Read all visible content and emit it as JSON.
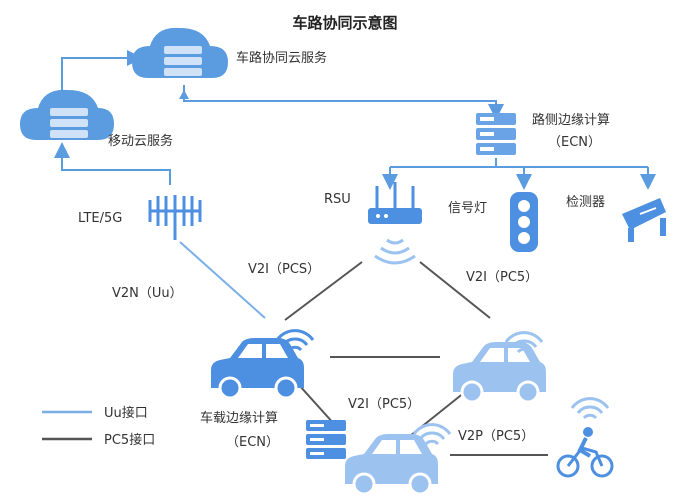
{
  "title": "车路协同示意图",
  "nodes": {
    "cloud_coop": "车路协同云服务",
    "cloud_mobile": "移动云服务",
    "edge_ecn_line1": "路侧边缘计算",
    "edge_ecn_line2": "（ECN）",
    "lte": "LTE/5G",
    "rsu": "RSU",
    "signal": "信号灯",
    "detector": "检测器",
    "vehicle_ecn_line1": "车载边缘计算",
    "vehicle_ecn_line2": "（ECN）"
  },
  "links": {
    "v2n": "V2N（Uu）",
    "v2i_left": "V2I（PCS）",
    "v2i_right": "V2I（PC5）",
    "v2i_bottom": "V2I（PC5）",
    "v2p": "V2P（PC5）"
  },
  "legend": {
    "uu": "Uu接口",
    "pc5": "PC5接口"
  },
  "colors": {
    "uu_line": "#7aaee8",
    "pc5_line": "#555555",
    "arrow": "#5b9be0",
    "device": "#4d8fe0",
    "device_light": "#9cc2f0"
  }
}
